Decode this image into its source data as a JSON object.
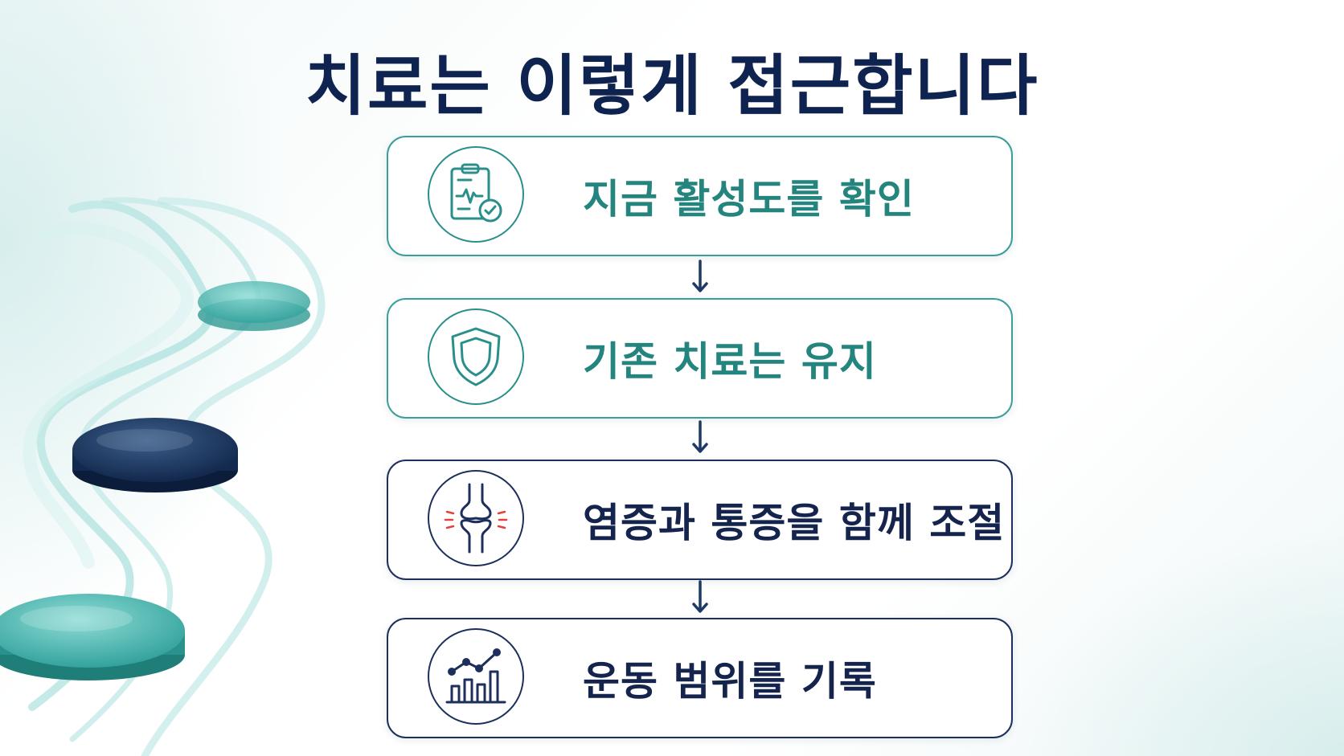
{
  "title": "치료는 이렇게 접근합니다",
  "steps": [
    {
      "label": "지금 활성도를 확인",
      "icon": "clipboard-heartbeat-check-icon"
    },
    {
      "label": "기존 치료는 유지",
      "icon": "shield-icon"
    },
    {
      "label": "염증과 통증을 함께 조절",
      "icon": "knee-joint-icon"
    },
    {
      "label": "운동 범위를 기록",
      "icon": "bar-chart-trend-icon"
    }
  ],
  "colors": {
    "title": "#0e2350",
    "teal": "#24857f",
    "navy": "#15244d",
    "inflammation": "#e0433b"
  }
}
